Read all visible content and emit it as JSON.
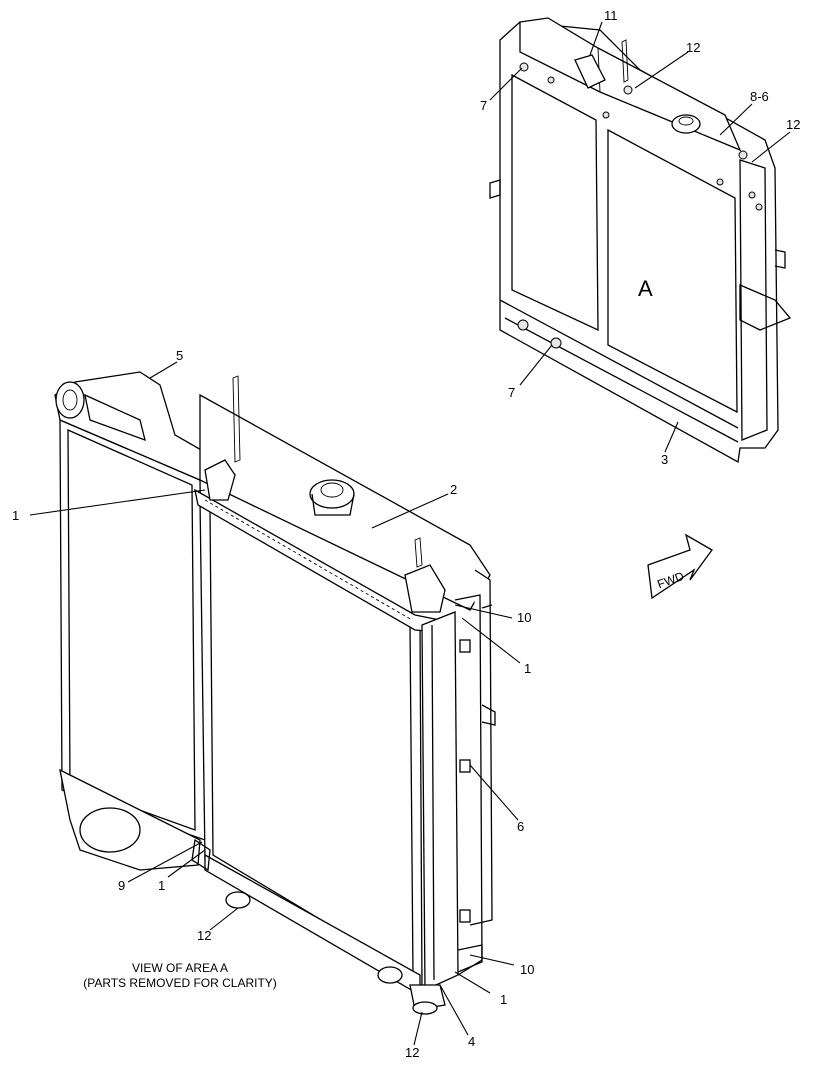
{
  "callouts": {
    "c11": "11",
    "c12_top_a": "12",
    "c8_6": "8-6",
    "c12_top_b": "12",
    "c7_top": "7",
    "c7_bottom": "7",
    "c3": "3",
    "c5": "5",
    "c2": "2",
    "c1_left_top": "1",
    "c10_top": "10",
    "c1_right_top": "1",
    "c6": "6",
    "c9": "9",
    "c1_left_bottom": "1",
    "c12_bottom_left": "12",
    "c10_bottom": "10",
    "c1_right_bottom": "1",
    "c4": "4",
    "c12_bottom": "12"
  },
  "view_label": "A",
  "fwd_label": "FWD",
  "note": {
    "line1": "VIEW OF AREA  A",
    "line2": "(PARTS REMOVED FOR CLARITY)"
  }
}
